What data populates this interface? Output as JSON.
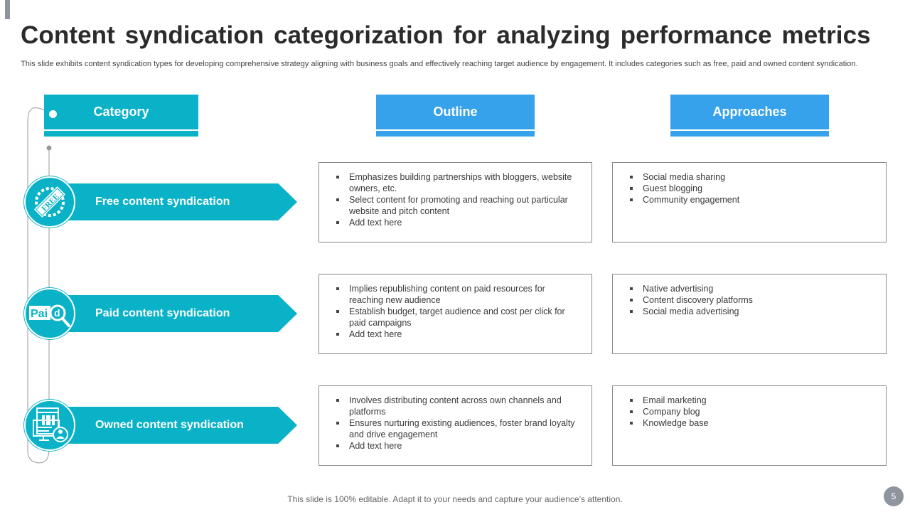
{
  "slide": {
    "title": "Content syndication categorization for analyzing performance metrics",
    "subtitle": "This slide exhibits content syndication types for developing comprehensive strategy aligning with business goals and effectively reaching target audience by engagement. It includes categories such as free, paid and owned content syndication.",
    "footer": "This slide is 100% editable. Adapt it to your needs and capture your audience’s attention.",
    "page_number": "5"
  },
  "colors": {
    "teal": "#0ab2c8",
    "blue": "#36a2eb",
    "gray": "#8e959e",
    "text": "#2b2b2b"
  },
  "headers": {
    "category": "Category",
    "outline": "Outline",
    "approaches": "Approaches"
  },
  "rows": [
    {
      "category": "Free content syndication",
      "icon": "free-badge-icon",
      "outline": [
        "Emphasizes building partnerships with bloggers, website owners, etc.",
        "Select content for promoting and reaching out particular website and pitch content",
        "Add text here"
      ],
      "approaches": [
        "Social media sharing",
        "Guest blogging",
        "Community engagement"
      ]
    },
    {
      "category": "Paid content syndication",
      "icon": "paid-magnifier-icon",
      "outline": [
        "Implies republishing content on paid resources for reaching new audience",
        "Establish budget, target audience and cost per click for paid campaigns",
        "Add text here"
      ],
      "approaches": [
        "Native advertising",
        "Content discovery platforms",
        "Social media advertising"
      ]
    },
    {
      "category": "Owned content syndication",
      "icon": "owned-website-user-icon",
      "outline": [
        "Involves distributing content across own channels and platforms",
        "Ensures nurturing existing audiences, foster brand loyalty and drive engagement",
        "Add text here"
      ],
      "approaches": [
        "Email marketing",
        "Company blog",
        "Knowledge base"
      ]
    }
  ]
}
